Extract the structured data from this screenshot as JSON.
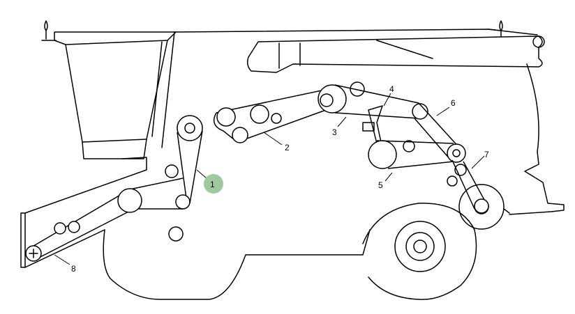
{
  "labels": {
    "l1": "1",
    "l2": "2",
    "l3": "3",
    "l4": "4",
    "l5": "5",
    "l6": "6",
    "l7": "7",
    "l8": "8"
  },
  "highlight_color": "#9ec89e",
  "line_color": "#000000"
}
